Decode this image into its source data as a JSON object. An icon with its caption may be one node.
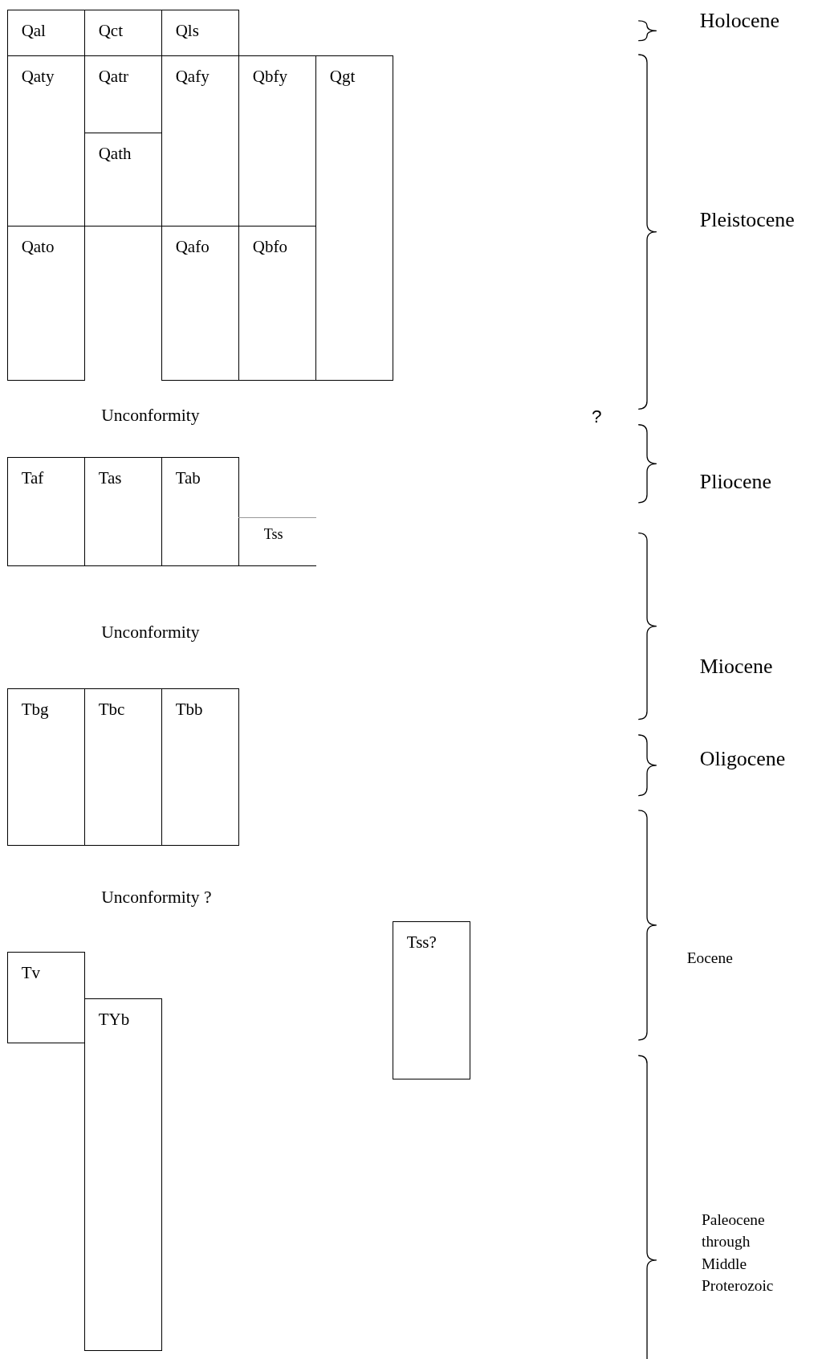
{
  "diagram": {
    "nodes": [
      {
        "text": [
          "Qal"
        ]
      },
      {
        "text": [
          "Qct"
        ]
      },
      {
        "text": [
          "Qls"
        ]
      },
      {
        "text": [
          "Qaty"
        ]
      },
      {
        "text": [
          "Qatr"
        ]
      },
      {
        "text": [
          "Qath"
        ]
      },
      {
        "text": [
          "Qafy"
        ]
      },
      {
        "text": [
          "Qbfy"
        ]
      },
      {
        "text": [
          "Qgt"
        ]
      },
      {
        "text": [
          "Qato"
        ]
      },
      {
        "text": [
          "Qafo"
        ]
      },
      {
        "text": [
          "Qbfo"
        ]
      },
      {
        "text": [
          "Taf"
        ]
      },
      {
        "text": [
          "Tas"
        ]
      },
      {
        "text": [
          "Tab"
        ]
      },
      {
        "text": [
          "Tss"
        ]
      },
      {
        "text": [
          "Tbg"
        ]
      },
      {
        "text": [
          "Tbc"
        ]
      },
      {
        "text": [
          "Tbb"
        ]
      },
      {
        "text": [
          "Tss?"
        ]
      },
      {
        "text": [
          "Tv"
        ]
      },
      {
        "text": [
          "TYb"
        ]
      }
    ],
    "labels": [
      "Holocene",
      "Pleistocene",
      "Unconformity",
      "?",
      "Pliocene",
      "Miocene",
      "Unconformity",
      "Oligocene",
      "Unconformity ?",
      "Eocene",
      "Paleocene through Middle Proterozoic"
    ]
  }
}
